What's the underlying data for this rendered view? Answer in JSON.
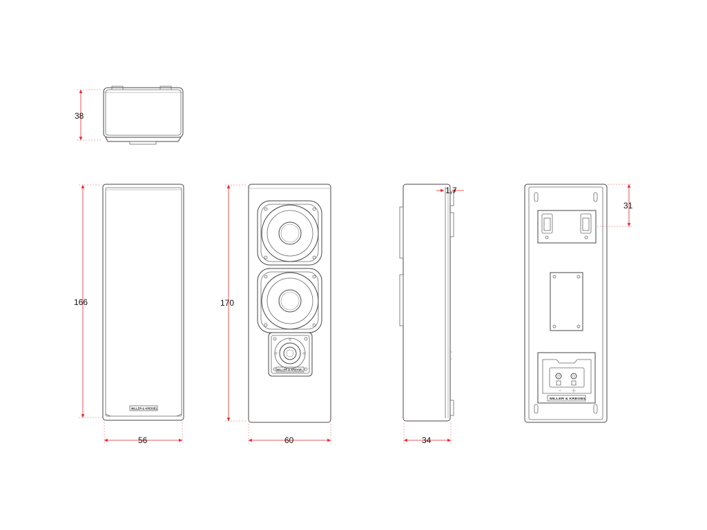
{
  "dimensions": {
    "top_height": "38",
    "front_height": "166",
    "grille_width": "56",
    "baffle_height": "170",
    "baffle_width": "60",
    "side_depth": "34",
    "side_offset": "1,7",
    "back_bracket": "31"
  },
  "branding": {
    "grille_logo": "MILLER & KREISEL",
    "baffle_logo": "MILLER & KREISEL",
    "back_logo": "MILLER & KREISEL"
  },
  "colors": {
    "dimension_line": "#e8232a",
    "outline": "#444444"
  }
}
